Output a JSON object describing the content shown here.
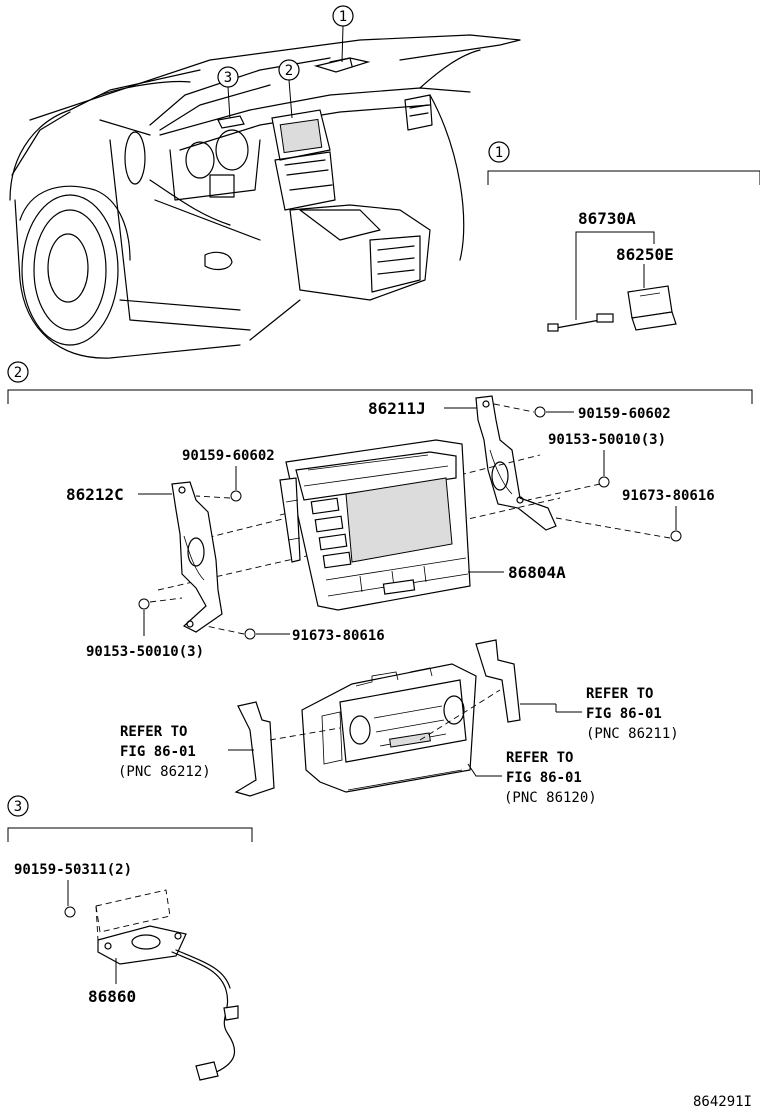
{
  "sections": [
    {
      "marker": "1"
    },
    {
      "marker": "2"
    },
    {
      "marker": "3"
    }
  ],
  "callouts": {
    "overview_1": "1",
    "overview_2": "2",
    "overview_3": "3"
  },
  "parts": {
    "p86730A": "86730A",
    "p86250E": "86250E",
    "p86211J": "86211J",
    "p90159_60602_right": "90159-60602",
    "p90153_50010_right": "90153-50010(3)",
    "p91673_80616_right": "91673-80616",
    "p90159_60602_left": "90159-60602",
    "p86212C": "86212C",
    "p86804A": "86804A",
    "p90153_50010_left": "90153-50010(3)",
    "p91673_80616_bottom": "91673-80616",
    "p90159_50311": "90159-50311(2)",
    "p86860": "86860"
  },
  "references": {
    "right_bracket": [
      "REFER TO",
      "FIG 86-01",
      "(PNC 86211)"
    ],
    "left_bracket": [
      "REFER TO",
      "FIG 86-01",
      "(PNC 86212)"
    ],
    "audio_unit": [
      "REFER TO",
      "FIG 86-01",
      "(PNC 86120)"
    ]
  },
  "figure_id": "864291I",
  "colors": {
    "ink": "#000000",
    "paper": "#ffffff"
  }
}
